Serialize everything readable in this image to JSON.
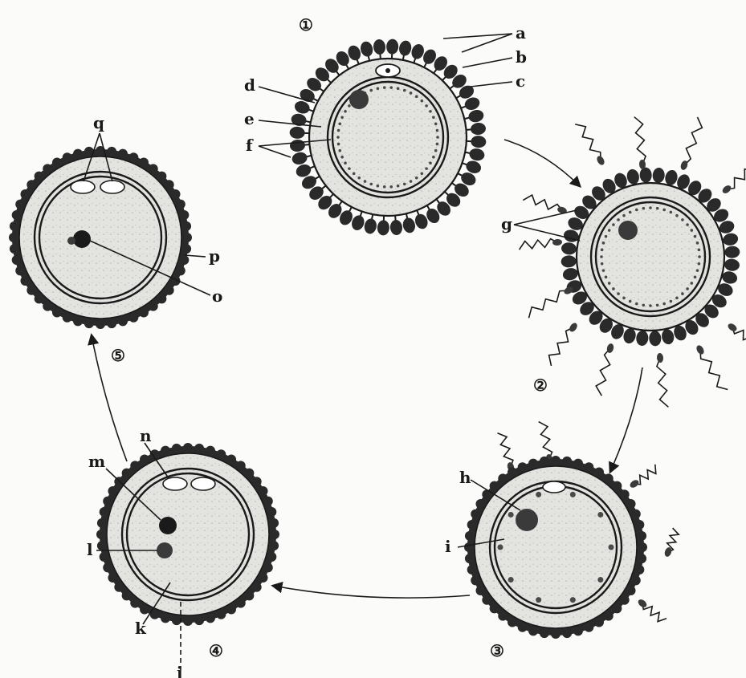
{
  "stages": [
    {
      "id": "s1",
      "number": "①"
    },
    {
      "id": "s2",
      "number": "②"
    },
    {
      "id": "s3",
      "number": "③"
    },
    {
      "id": "s4",
      "number": "④"
    },
    {
      "id": "s5",
      "number": "⑤"
    }
  ],
  "labels": {
    "a": "a",
    "b": "b",
    "c": "c",
    "d": "d",
    "e": "e",
    "f": "f",
    "g": "g",
    "h": "h",
    "i": "i",
    "j": "j",
    "k": "k",
    "l": "l",
    "m": "m",
    "n": "n",
    "o": "o",
    "p": "p",
    "q": "q"
  },
  "colors": {
    "ink": "#1a1a1a",
    "cytoplasm": "#d2d2d0",
    "zona": "#ecece9",
    "corona": "#2a2a2a"
  }
}
